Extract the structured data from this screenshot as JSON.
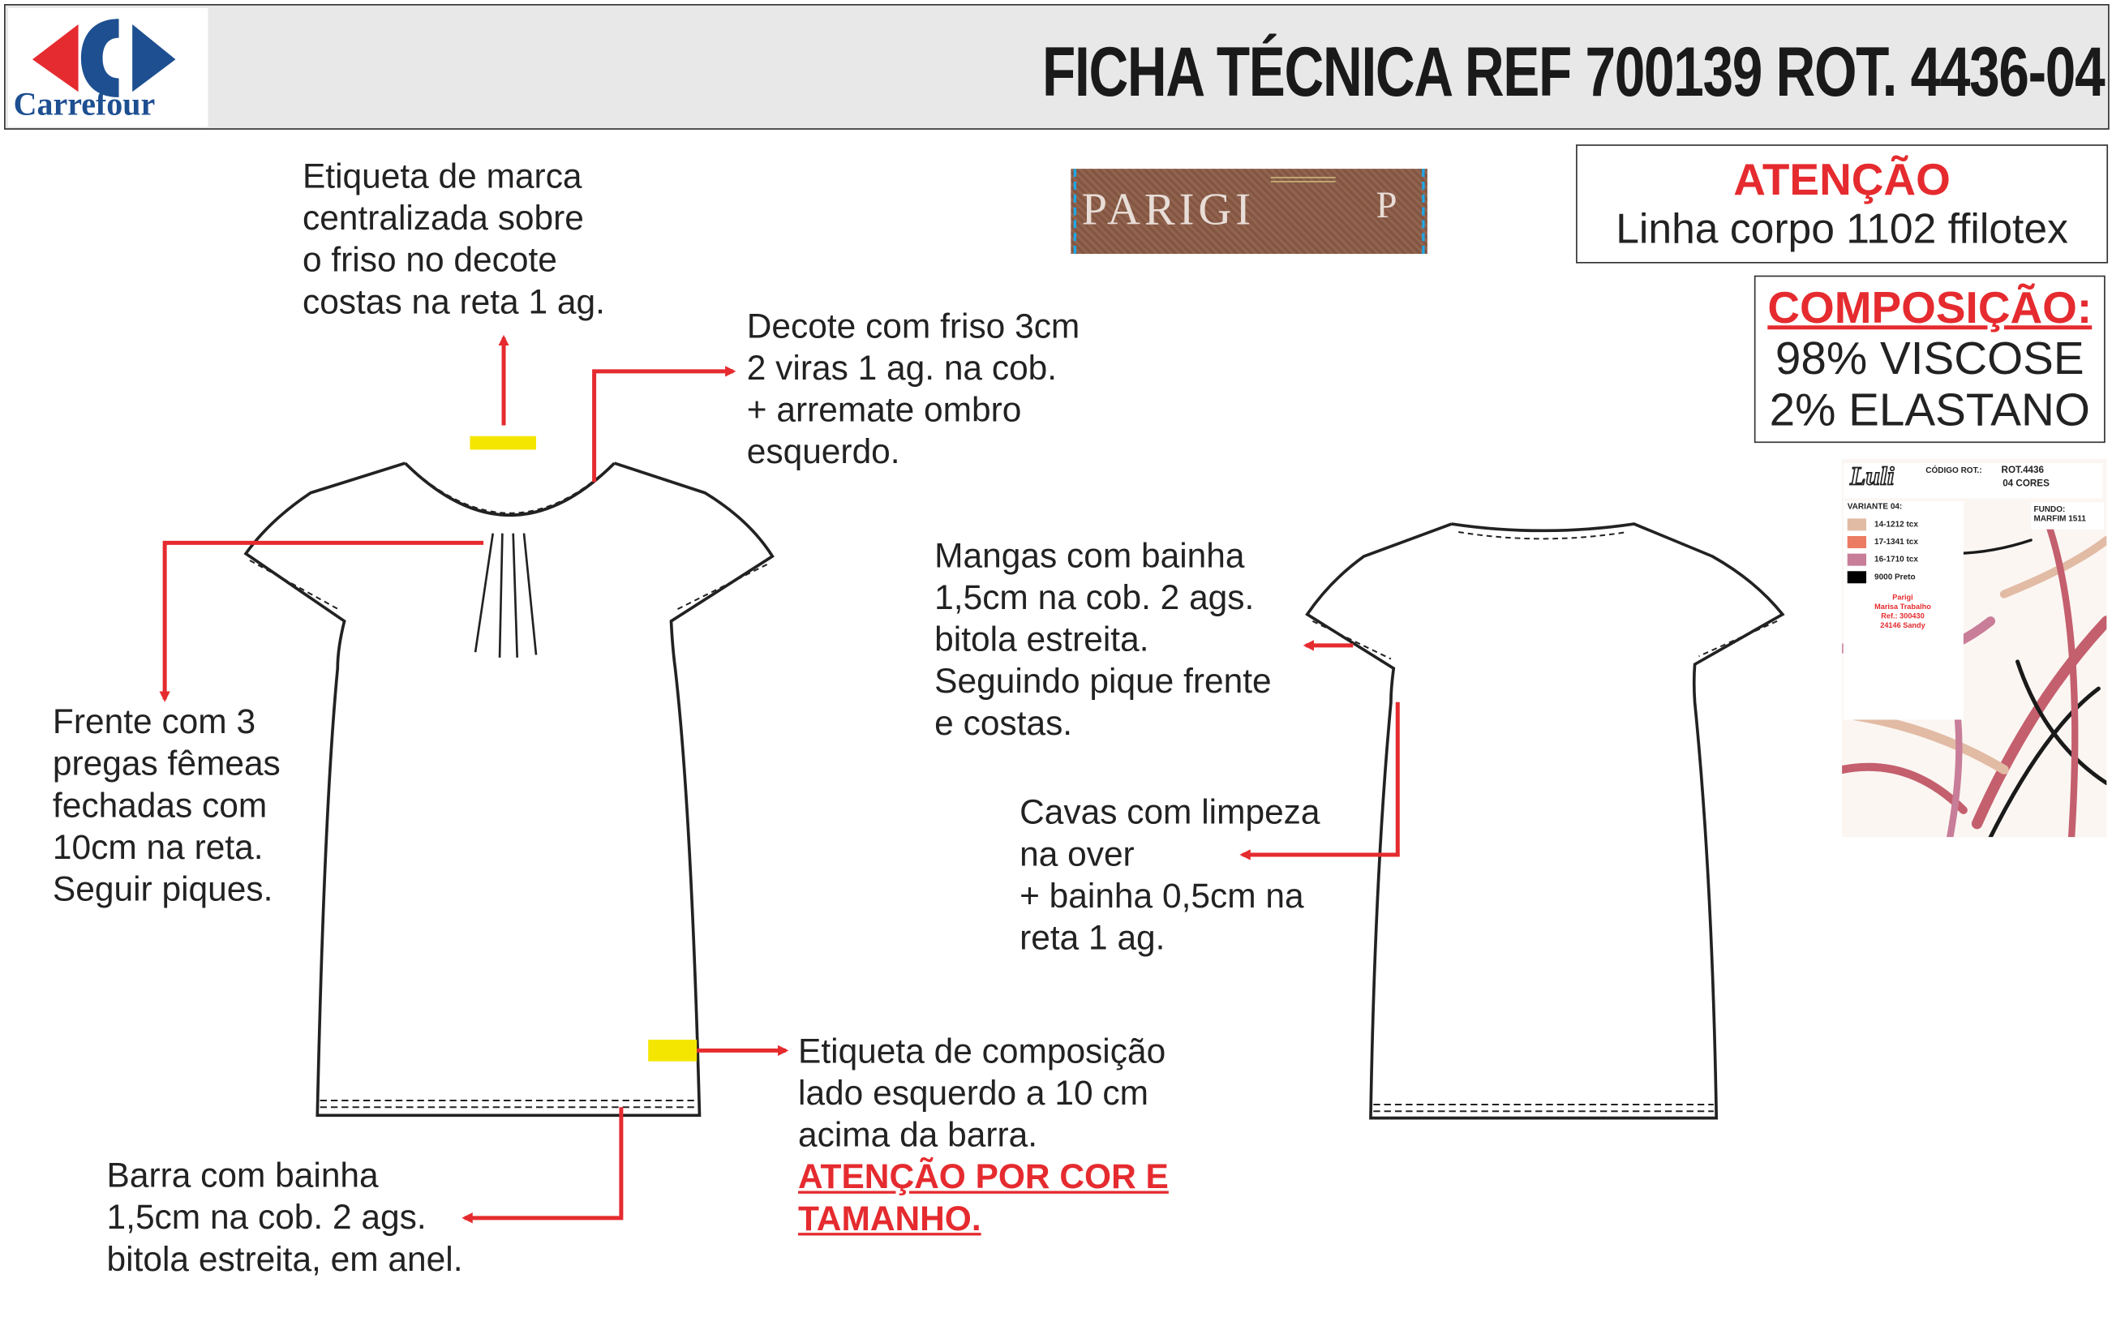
{
  "header": {
    "logo_text": "Carrefour",
    "title": "FICHA TÉCNICA REF 700139 ROT. 4436-04"
  },
  "brand_label": {
    "brand": "PARIGI",
    "size": "P"
  },
  "attention": {
    "title": "ATENÇÃO",
    "text": "Linha corpo 1102 ffilotex"
  },
  "composition": {
    "title": "COMPOSIÇÃO:",
    "lines": [
      "98% VISCOSE",
      "2% ELASTANO"
    ]
  },
  "swatch_card": {
    "logo": "Luli",
    "code_label": "CÓDIGO ROT.:",
    "rot": "ROT.4436",
    "cores": "04 CORES",
    "variant": "VARIANTE 04:",
    "fundo": "FUNDO:",
    "fundo_value": "MARFIM 1511",
    "colors": [
      {
        "code": "14-1212 tcx",
        "hex": "#e2bba5"
      },
      {
        "code": "17-1341 tcx",
        "hex": "#ec7b63"
      },
      {
        "code": "16-1710 tcx",
        "hex": "#c87d98"
      },
      {
        "code": "9000 Preto",
        "hex": "#000000"
      }
    ],
    "footer": [
      "Parigi",
      "Marisa Trabalho",
      "Ref.: 300430",
      "24146 Sandy"
    ]
  },
  "notes": {
    "brand_label": "Etiqueta de marca\ncentralizada sobre\no friso no decote\ncostas na reta 1 ag.",
    "neckline": "Decote com friso 3cm\n2 viras 1 ag. na cob.\n+ arremate ombro\nesquerdo.",
    "front": "Frente com 3\npregas fêmeas\nfechadas com\n10cm na reta.\nSeguir piques.",
    "sleeves": "Mangas com bainha\n1,5cm na cob. 2 ags.\nbitola estreita.\nSeguindo pique frente\ne costas.",
    "armholes": "Cavas com limpeza\nna over\n+ bainha 0,5cm na\nreta 1 ag.",
    "composition_label": "Etiqueta de composição\nlado esquerdo a 10 cm\nacima da barra.",
    "composition_warning": "ATENÇÃO POR COR E\nTAMANHO.",
    "hem": "Barra com bainha\n1,5cm na cob. 2 ags.\nbitola estreita, em anel."
  },
  "colors": {
    "accent_red": "#e52b2f",
    "highlight": "#f5e600"
  }
}
